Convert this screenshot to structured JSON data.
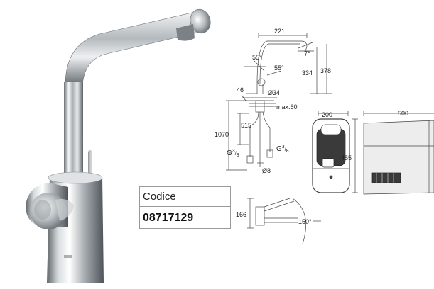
{
  "product_code": {
    "label": "Codice",
    "value": "08717129"
  },
  "dimensions": {
    "spout_reach": "221",
    "angle_spout_a": "55°",
    "angle_spout_b": "55°",
    "angle_top": "7°",
    "spout_height": "334",
    "total_height": "378",
    "body_offset": "46",
    "body_diameter": "Ø34",
    "deck_max": "max.60",
    "hose_length": "515",
    "supply_length": "1070",
    "connection_left_base": "G",
    "connection_left_sup": "3",
    "connection_left_sub": "8",
    "connection_right_base": "G",
    "connection_right_sup": "3",
    "connection_right_sub": "8",
    "supply_diameter": "Ø8",
    "unit_width": "200",
    "unit_height": "455",
    "tank_width": "500",
    "lever_height": "166",
    "lever_rotation": "150°"
  }
}
